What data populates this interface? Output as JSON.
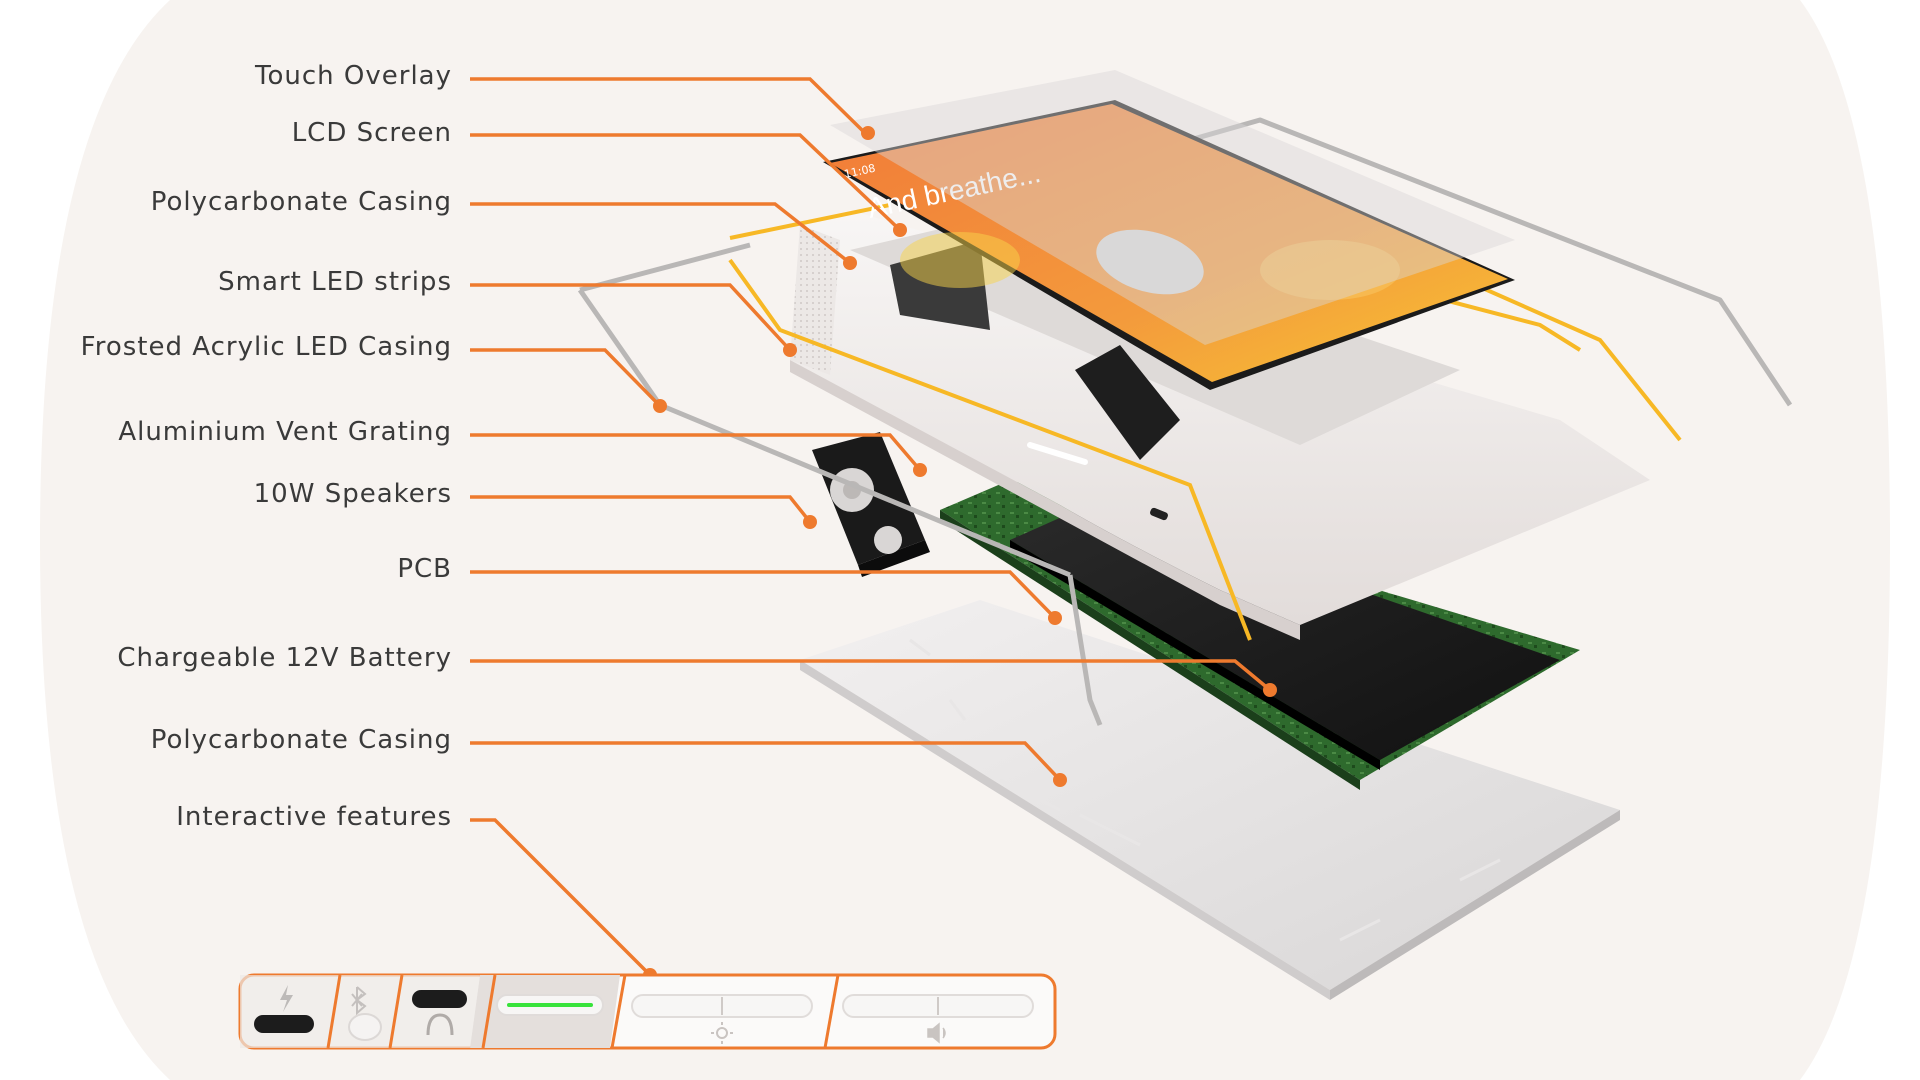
{
  "colors": {
    "accent": "#ee7a2e",
    "background_shape": "#f7f3f0",
    "led_yellow": "#f7b825",
    "screen_orange": "#f38a3c",
    "battery": "#222222",
    "pcb": "#2f6b2e",
    "casing": "#f4f0ee",
    "led_on": "#37e33a"
  },
  "labels": [
    {
      "id": "touch-overlay",
      "text": "Touch Overlay"
    },
    {
      "id": "lcd-screen",
      "text": "LCD Screen"
    },
    {
      "id": "polycarbonate-casing-top",
      "text": "Polycarbonate Casing"
    },
    {
      "id": "smart-led-strips",
      "text": "Smart LED strips"
    },
    {
      "id": "frosted-acrylic-led-casing",
      "text": "Frosted Acrylic LED Casing"
    },
    {
      "id": "aluminium-vent-grating",
      "text": "Aluminium Vent Grating"
    },
    {
      "id": "speakers",
      "text": "10W Speakers"
    },
    {
      "id": "pcb",
      "text": "PCB"
    },
    {
      "id": "battery",
      "text": "Chargeable 12V Battery"
    },
    {
      "id": "polycarbonate-casing-bottom",
      "text": "Polycarbonate Casing"
    },
    {
      "id": "interactive-features",
      "text": "Interactive features"
    }
  ],
  "screen": {
    "time": "11:08",
    "message": "And breathe..."
  },
  "controls": {
    "icons": [
      "lightning-icon",
      "bluetooth-icon",
      "headphones-icon",
      "sun-icon",
      "speaker-icon"
    ]
  }
}
